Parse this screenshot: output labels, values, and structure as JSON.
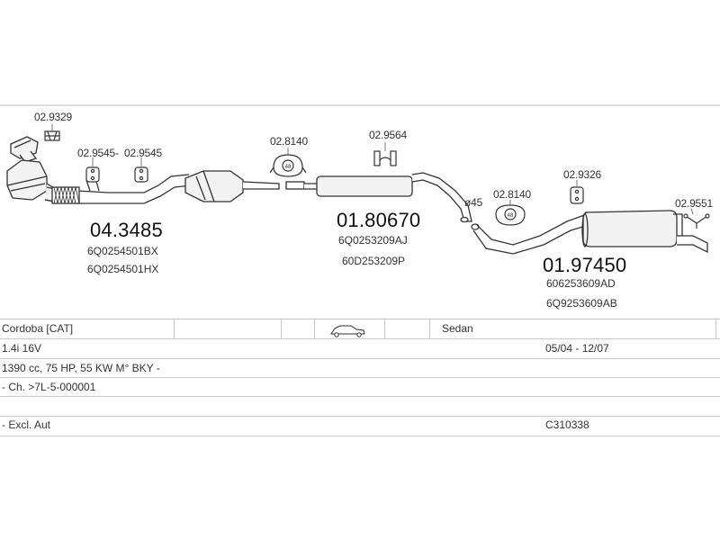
{
  "parts": {
    "clamp_a": "02.9329",
    "hanger_a": "02.9545-",
    "hanger_b": "02.9545",
    "gasket_a": "02.8140",
    "hanger_c": "02.9564",
    "diameter": "ø45",
    "gasket_b": "02.8140",
    "hanger_d": "02.9326",
    "hanger_e": "02.9551",
    "front_code": "04.3485",
    "front_oem_1": "6Q0254501BX",
    "front_oem_2": "6Q0254501HX",
    "mid_code": "01.80670",
    "mid_oem_1": "6Q0253209AJ",
    "mid_oem_2": "60D253209P",
    "rear_code": "01.97450",
    "rear_oem_1": "606253609AD",
    "rear_oem_2": "6Q9253609AB"
  },
  "info": {
    "model": "Cordoba  [CAT]",
    "body_type": "Sedan",
    "car_icon": "car-sedan-icon",
    "engine": "1.4i 16V",
    "years": "05/04 - 12/07",
    "specs": "1390 cc, 75 HP, 55 KW M° BKY -",
    "chassis": "- Ch. >7L-5-000001",
    "note": "- Excl. Aut",
    "catalog_no": "C310338"
  },
  "colors": {
    "line": "#c8c8c8",
    "drawing": "#333333",
    "part_fill": "#f2f2f2"
  }
}
